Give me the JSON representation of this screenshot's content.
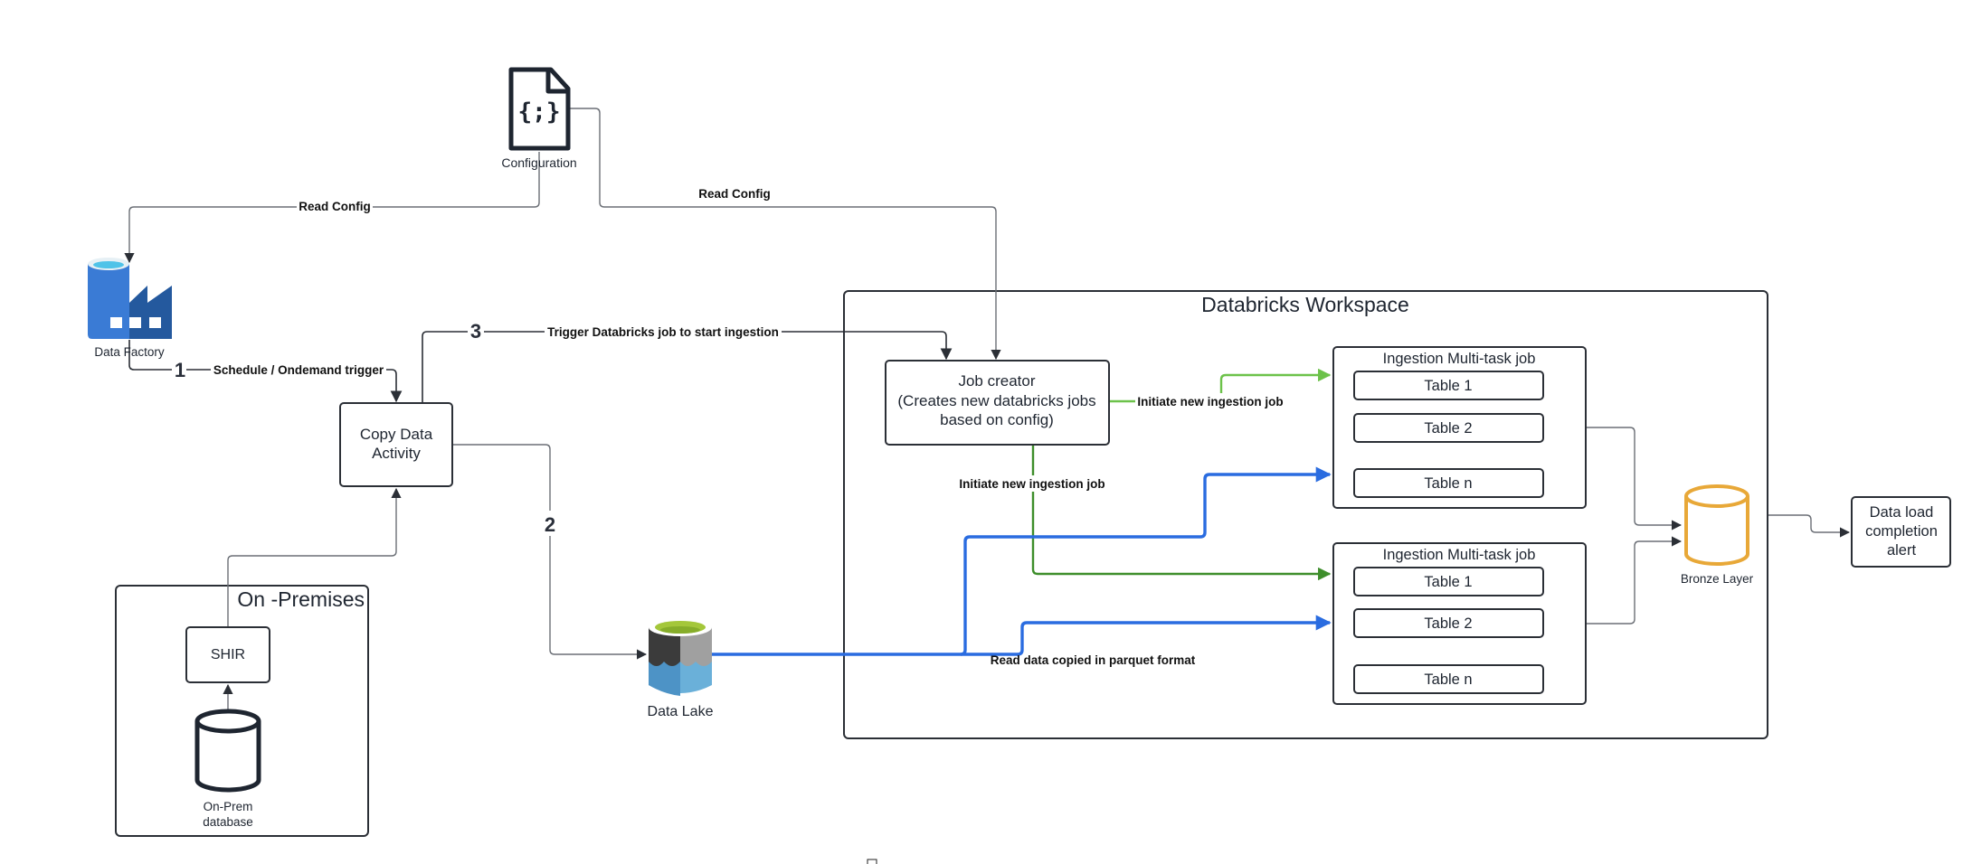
{
  "diagram": {
    "nodes": {
      "configuration": {
        "label": "Configuration",
        "icon": "config-file-icon",
        "glyph": "{;}"
      },
      "data_factory": {
        "label": "Data Factory",
        "icon": "azure-data-factory-icon"
      },
      "copy_data_activity": {
        "line1": "Copy Data",
        "line2": "Activity"
      },
      "on_premises": {
        "title": "On -Premises"
      },
      "shir": {
        "label": "SHIR"
      },
      "on_prem_db": {
        "line1": "On-Prem",
        "line2": "database",
        "icon": "database-cylinder-icon"
      },
      "data_lake": {
        "label": "Data Lake",
        "icon": "azure-data-lake-icon"
      },
      "databricks_workspace": {
        "title": "Databricks Workspace"
      },
      "job_creator": {
        "line1": "Job creator",
        "line2": "(Creates new databricks jobs",
        "line3": "based on config)"
      },
      "ingestion_jobs": [
        {
          "title": "Ingestion Multi-task job",
          "tables": [
            "Table 1",
            "Table 2",
            "Table n"
          ]
        },
        {
          "title": "Ingestion Multi-task job",
          "tables": [
            "Table 1",
            "Table 2",
            "Table n"
          ]
        }
      ],
      "bronze_layer": {
        "label": "Bronze Layer",
        "icon": "bronze-database-icon"
      },
      "alert": {
        "line1": "Data load",
        "line2": "completion",
        "line3": "alert"
      }
    },
    "edges": {
      "read_config_adf": "Read Config",
      "read_config_databricks": "Read Config",
      "schedule_trigger": {
        "step": "1",
        "label": "Schedule / Ondemand trigger"
      },
      "copy_to_lake": {
        "step": "2"
      },
      "trigger_databricks": {
        "step": "3",
        "label": "Trigger Databricks job to start ingestion"
      },
      "initiate_job_1": "Initiate new ingestion job",
      "initiate_job_2": "Initiate new ingestion job",
      "read_parquet": "Read data copied in parquet format"
    },
    "colors": {
      "green_light": "#6cc24a",
      "green_dark": "#3e8e2b",
      "blue": "#2a6ce0",
      "bronze": "#e8a838",
      "azure_blue": "#2f6fc4",
      "lake_green": "#a4c73a"
    }
  }
}
